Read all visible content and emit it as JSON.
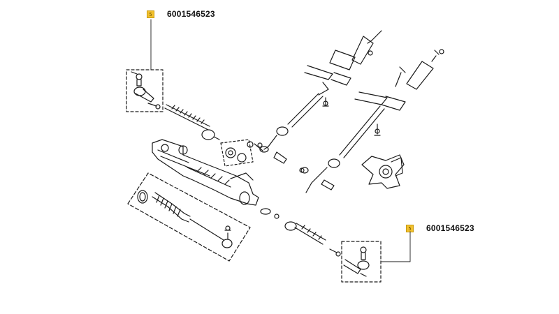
{
  "callouts": [
    {
      "badge": "5",
      "part_number": "6001546523"
    },
    {
      "badge": "5",
      "part_number": "6001546523"
    }
  ],
  "colors": {
    "line": "#1a1a1a",
    "badge_fill": "#f2c12e"
  }
}
